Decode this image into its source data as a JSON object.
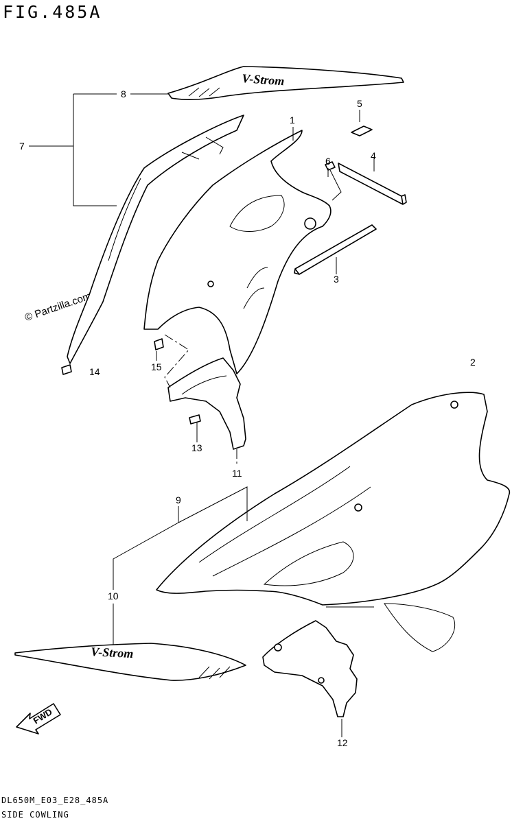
{
  "figure_title": "FIG.485A",
  "watermark": "© Partzilla.com",
  "footer_code": "DL650M_E03_E28_485A",
  "footer_title": "SIDE COWLING",
  "fwd_label": "FWD",
  "decal_text": "V-Strom",
  "callouts": [
    "1",
    "2",
    "3",
    "4",
    "5",
    "6",
    "7",
    "8",
    "9",
    "10",
    "11",
    "12",
    "13",
    "14",
    "15"
  ]
}
